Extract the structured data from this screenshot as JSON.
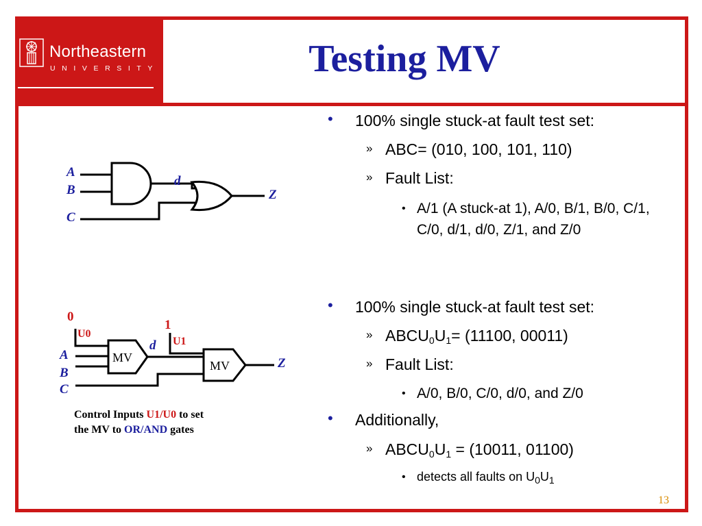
{
  "slide": {
    "title": "Testing MV",
    "page_number": "13"
  },
  "logo": {
    "name": "Northeastern",
    "subtitle": "UNIVERSITY"
  },
  "colors": {
    "accent_red": "#cc1717",
    "title_blue": "#1c1f9e",
    "page_number_orange": "#d98b00"
  },
  "bullets": {
    "b1": {
      "text": "100% single stuck-at fault test set:",
      "sub1": "ABC= (010, 100, 101, 110)",
      "sub2": "Fault List:",
      "sub2_detail": "A/1 (A stuck-at 1), A/0, B/1, B/0, C/1, C/0, d/1, d/0, Z/1, and Z/0"
    },
    "b2": {
      "text": "100% single stuck-at fault test set:",
      "sub1_prefix": "ABCU",
      "sub1_sub0": "0",
      "sub1_mid": "U",
      "sub1_sub1": "1",
      "sub1_suffix": "= (11100, 00011)",
      "sub2": "Fault List:",
      "sub2_detail": "A/0, B/0, C/0, d/0, and Z/0"
    },
    "b3": {
      "text": "Additionally,",
      "sub1_prefix": "ABCU",
      "sub1_sub0": "0",
      "sub1_mid": "U",
      "sub1_sub1": "1",
      "sub1_suffix": " = (10011, 01100)",
      "sub1_detail_prefix": "detects all faults on U",
      "sub1_detail_sub0": "0",
      "sub1_detail_mid": "U",
      "sub1_detail_sub1": "1"
    }
  },
  "markers": {
    "bullet": "•",
    "level2": "»",
    "level3": "•"
  },
  "circuit1": {
    "input_a": "A",
    "input_b": "B",
    "input_c": "C",
    "internal": "d",
    "output": "Z"
  },
  "circuit2": {
    "input_a": "A",
    "input_b": "B",
    "input_c": "C",
    "internal": "d",
    "output": "Z",
    "control0_value": "0",
    "control0_name": "U0",
    "control1_value": "1",
    "control1_name": "U1",
    "gate1_label": "MV",
    "gate2_label": "MV"
  },
  "caption": {
    "part1": "Control Inputs ",
    "part2": "U1/U0",
    "part3": " to set",
    "part4": "the MV to ",
    "part5": "OR/AND",
    "part6": " gates"
  }
}
